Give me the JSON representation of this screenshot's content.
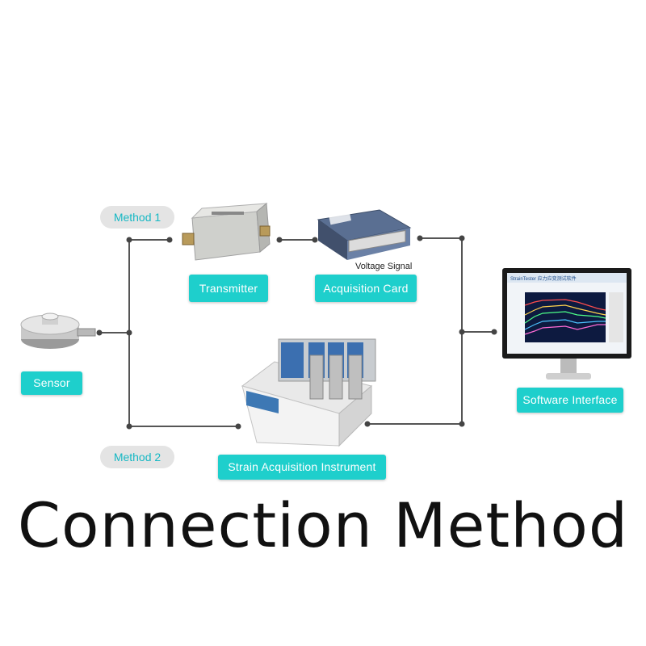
{
  "methods": {
    "method1": "Method 1",
    "method2": "Method 2"
  },
  "devices": {
    "sensor": "Sensor",
    "transmitter": "Transmitter",
    "acquisition_card": "Acquisition Card",
    "strain_instrument": "Strain Acquisition Instrument",
    "software": "Software Interface"
  },
  "voltage_signal": "Voltage Signal",
  "title": "Connection Method",
  "screen": {
    "header": "StrainTester 应力应变测试软件"
  },
  "colors": {
    "accent": "#1ecfcc",
    "pill_text": "#16b8c4",
    "line": "#444444"
  }
}
